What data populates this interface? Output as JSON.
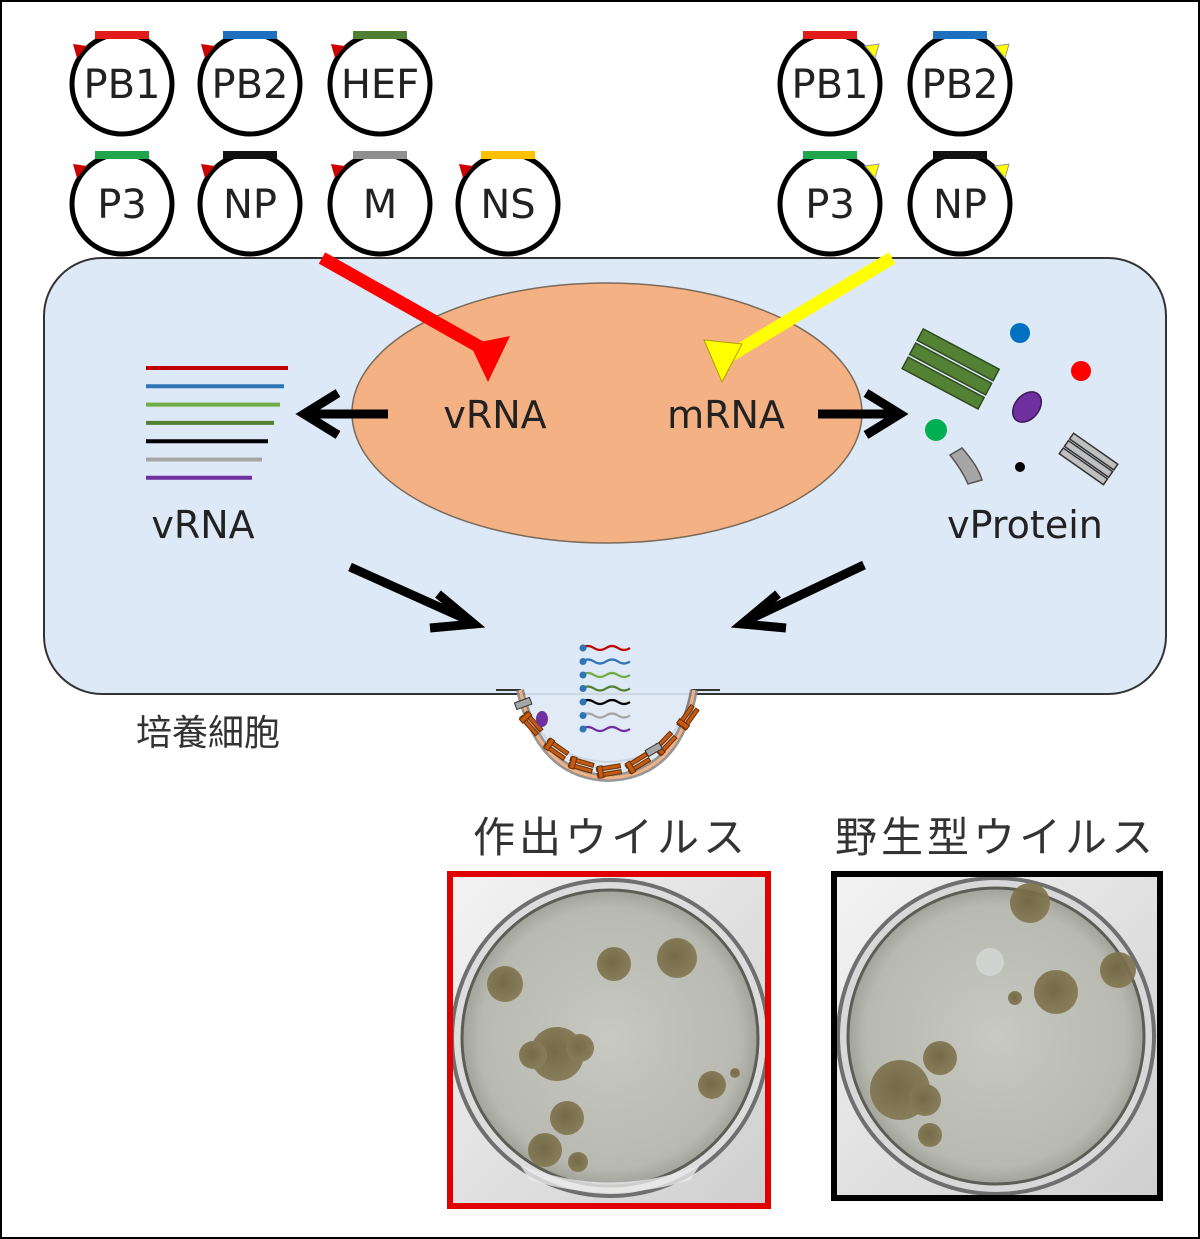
{
  "plasmids_left": [
    {
      "label": "PB1",
      "color": "#e31b1b"
    },
    {
      "label": "PB2",
      "color": "#1f6fbf"
    },
    {
      "label": "HEF",
      "color": "#4f7f32"
    },
    {
      "label": "P3",
      "color": "#1fa64a"
    },
    {
      "label": "NP",
      "color": "#111111"
    },
    {
      "label": "M",
      "color": "#8f8f8f"
    },
    {
      "label": "NS",
      "color": "#ffc000"
    }
  ],
  "plasmids_right": [
    {
      "label": "PB1",
      "color": "#e31b1b"
    },
    {
      "label": "PB2",
      "color": "#1f6fbf"
    },
    {
      "label": "P3",
      "color": "#1fa64a"
    },
    {
      "label": "NP",
      "color": "#111111"
    }
  ],
  "colors": {
    "cell_fill": "#dde9f6",
    "nucleus_fill": "#f4b183",
    "left_promoter": "#cc0000",
    "right_promoter": "#ffff00",
    "arrow_vrna": "#ff0000",
    "arrow_mrna": "#ffff00",
    "box_recombinant": "#e00000",
    "box_wildtype": "#000000"
  },
  "nucleus": {
    "vrna_label": "vRNA",
    "mrna_label": "mRNA"
  },
  "vrna_lines": [
    "#c00000",
    "#2e75b6",
    "#70ad47",
    "#548235",
    "#000000",
    "#a6a6a6",
    "#7030a0"
  ],
  "vrna_label": "vRNA",
  "vprotein_label": "vProtein",
  "cell_label": "培養細胞",
  "recombinant_virus_label": "作出ウイルス",
  "wildtype_virus_label": "野生型ウイルス"
}
